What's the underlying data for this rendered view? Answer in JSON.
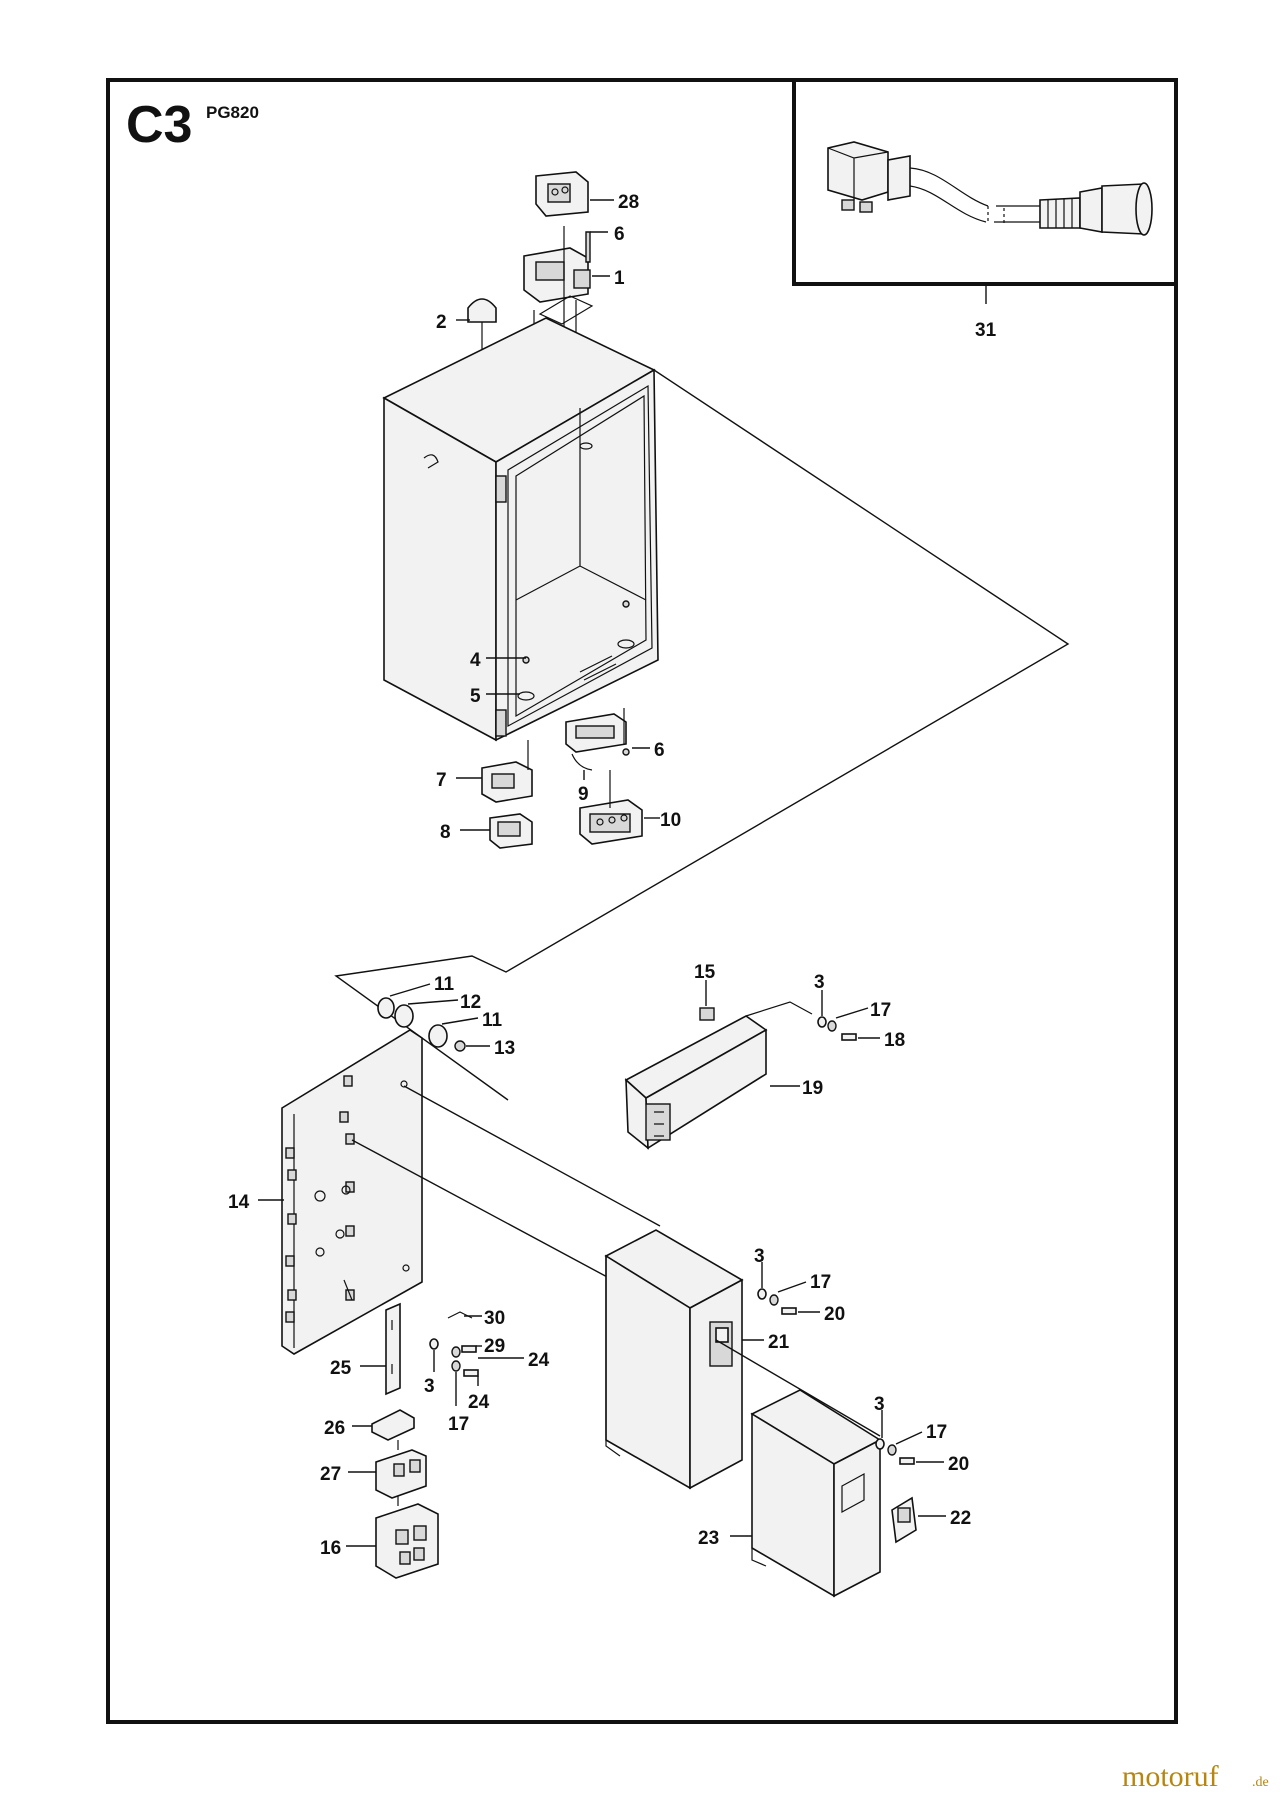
{
  "header": {
    "section": "C3",
    "model": "PG820"
  },
  "watermark": {
    "brand": "motoruf",
    "tld": ".de",
    "color": "#b8860b"
  },
  "labels": {
    "p1": "1",
    "p2": "2",
    "p3a": "3",
    "p3b": "3",
    "p3c": "3",
    "p3d": "3",
    "p4": "4",
    "p5": "5",
    "p6a": "6",
    "p6b": "6",
    "p7": "7",
    "p8": "8",
    "p9": "9",
    "p10": "10",
    "p11a": "11",
    "p11b": "11",
    "p12": "12",
    "p13": "13",
    "p14": "14",
    "p15": "15",
    "p16": "16",
    "p17a": "17",
    "p17b": "17",
    "p17c": "17",
    "p17d": "17",
    "p18": "18",
    "p19": "19",
    "p20a": "20",
    "p20b": "20",
    "p21": "21",
    "p22": "22",
    "p23": "23",
    "p24a": "24",
    "p24b": "24",
    "p25": "25",
    "p26": "26",
    "p27": "27",
    "p28": "28",
    "p29": "29",
    "p30": "30",
    "p31": "31"
  }
}
